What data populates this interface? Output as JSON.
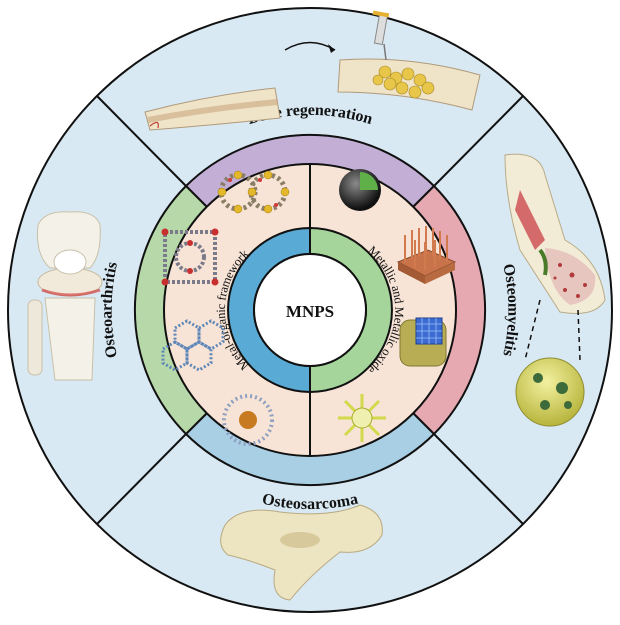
{
  "center": {
    "label": "MNPS"
  },
  "inner_ring": {
    "left_label": "Metal-organic framework",
    "right_label": "Metallic and Metallic oxide"
  },
  "outer_ring": {
    "top_label": "Bone regeneration",
    "right_label": "Osteomyelitis",
    "bottom_label": "Osteosarcoma",
    "left_label": "Osteoarthritis"
  },
  "colors": {
    "outer_bg": "#d9e9f3",
    "outer_line": "#111111",
    "band_top": "#c3afd6",
    "band_right": "#e6a9b2",
    "band_bottom": "#a9cfe4",
    "band_left": "#b7d8a8",
    "inner_fill": "#f7e4d6",
    "inner_ring": "#5aaad6",
    "inner_ring_right": "#a5d59b",
    "center_fill": "#ffffff"
  },
  "icons": {
    "bone_graft": "bone-graft-illustration",
    "syringe": "syringe-icon",
    "knee": "knee-joint-illustration",
    "femur": "femur-osteomyelitis-illustration",
    "bacteria": "bacteria-sphere-illustration",
    "pelvis": "pelvis-bone-illustration",
    "mof_chain": "mof-chain-structure",
    "mof_cage": "mof-cage-structure",
    "mof_hex": "mof-hexagonal-structure",
    "mof_core": "mof-core-shell-structure",
    "metal_sphere": "core-shell-sphere",
    "nanorod_array": "nanorod-array",
    "nanocube": "nanocube-structure",
    "nanostar": "spiky-nanoparticle"
  }
}
